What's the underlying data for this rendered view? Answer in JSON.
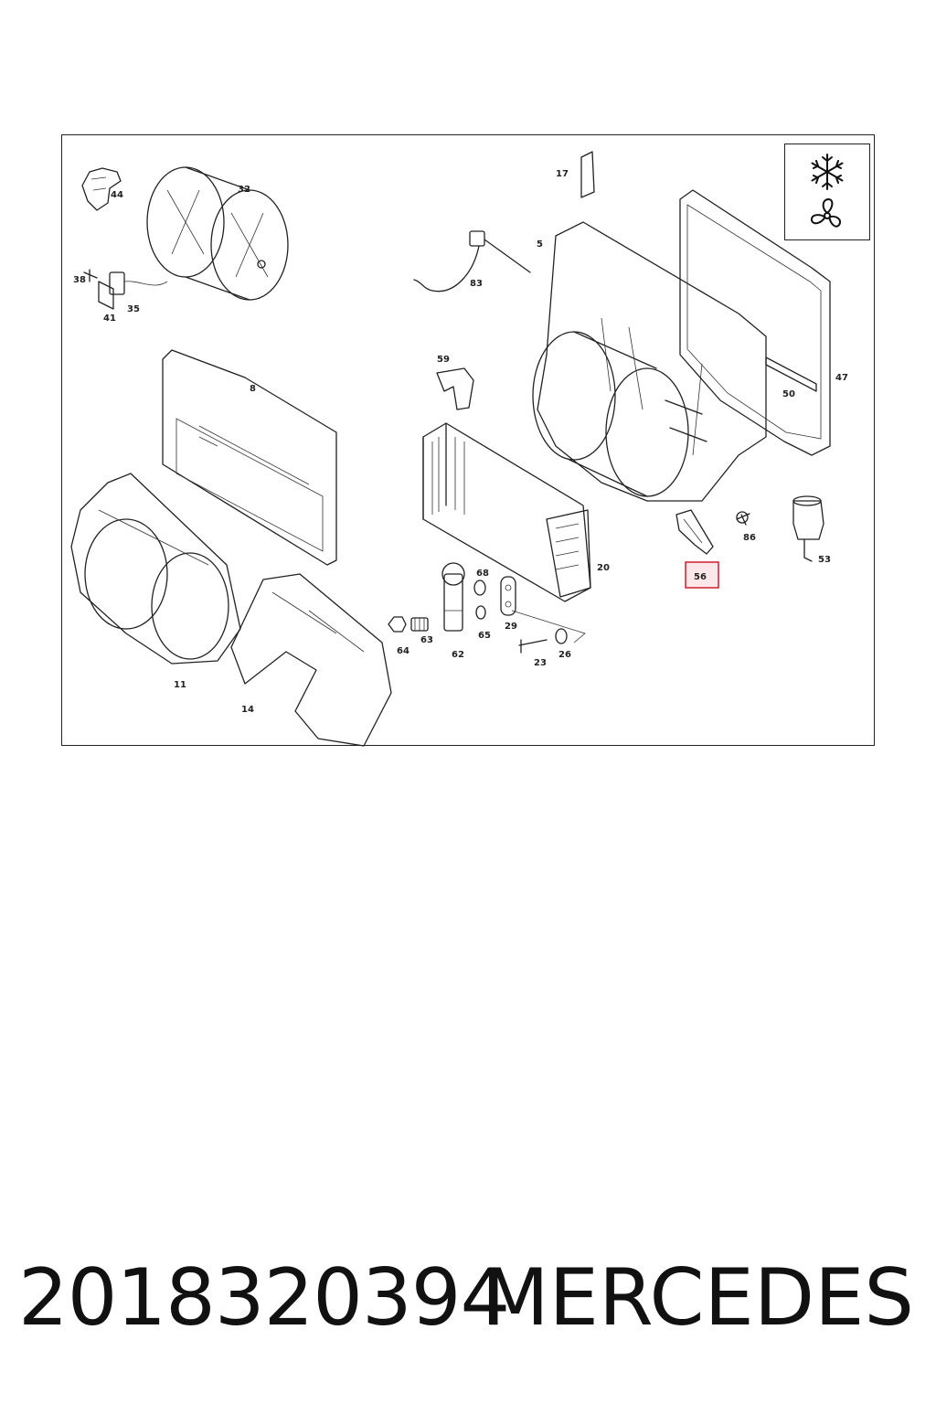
{
  "diagram": {
    "callouts": [
      "44",
      "32",
      "38",
      "35",
      "41",
      "17",
      "5",
      "83",
      "59",
      "8",
      "47",
      "50",
      "20",
      "11",
      "14",
      "68",
      "29",
      "63",
      "64",
      "62",
      "65",
      "23",
      "26",
      "86",
      "53",
      "56"
    ],
    "highlighted_callout": "56",
    "highlight_color": "#d11b2a",
    "legend": {
      "icons": [
        "snowflake-icon",
        "fan-icon"
      ]
    }
  },
  "footer": {
    "part_number": "2018320394",
    "brand": "MERCEDES"
  }
}
